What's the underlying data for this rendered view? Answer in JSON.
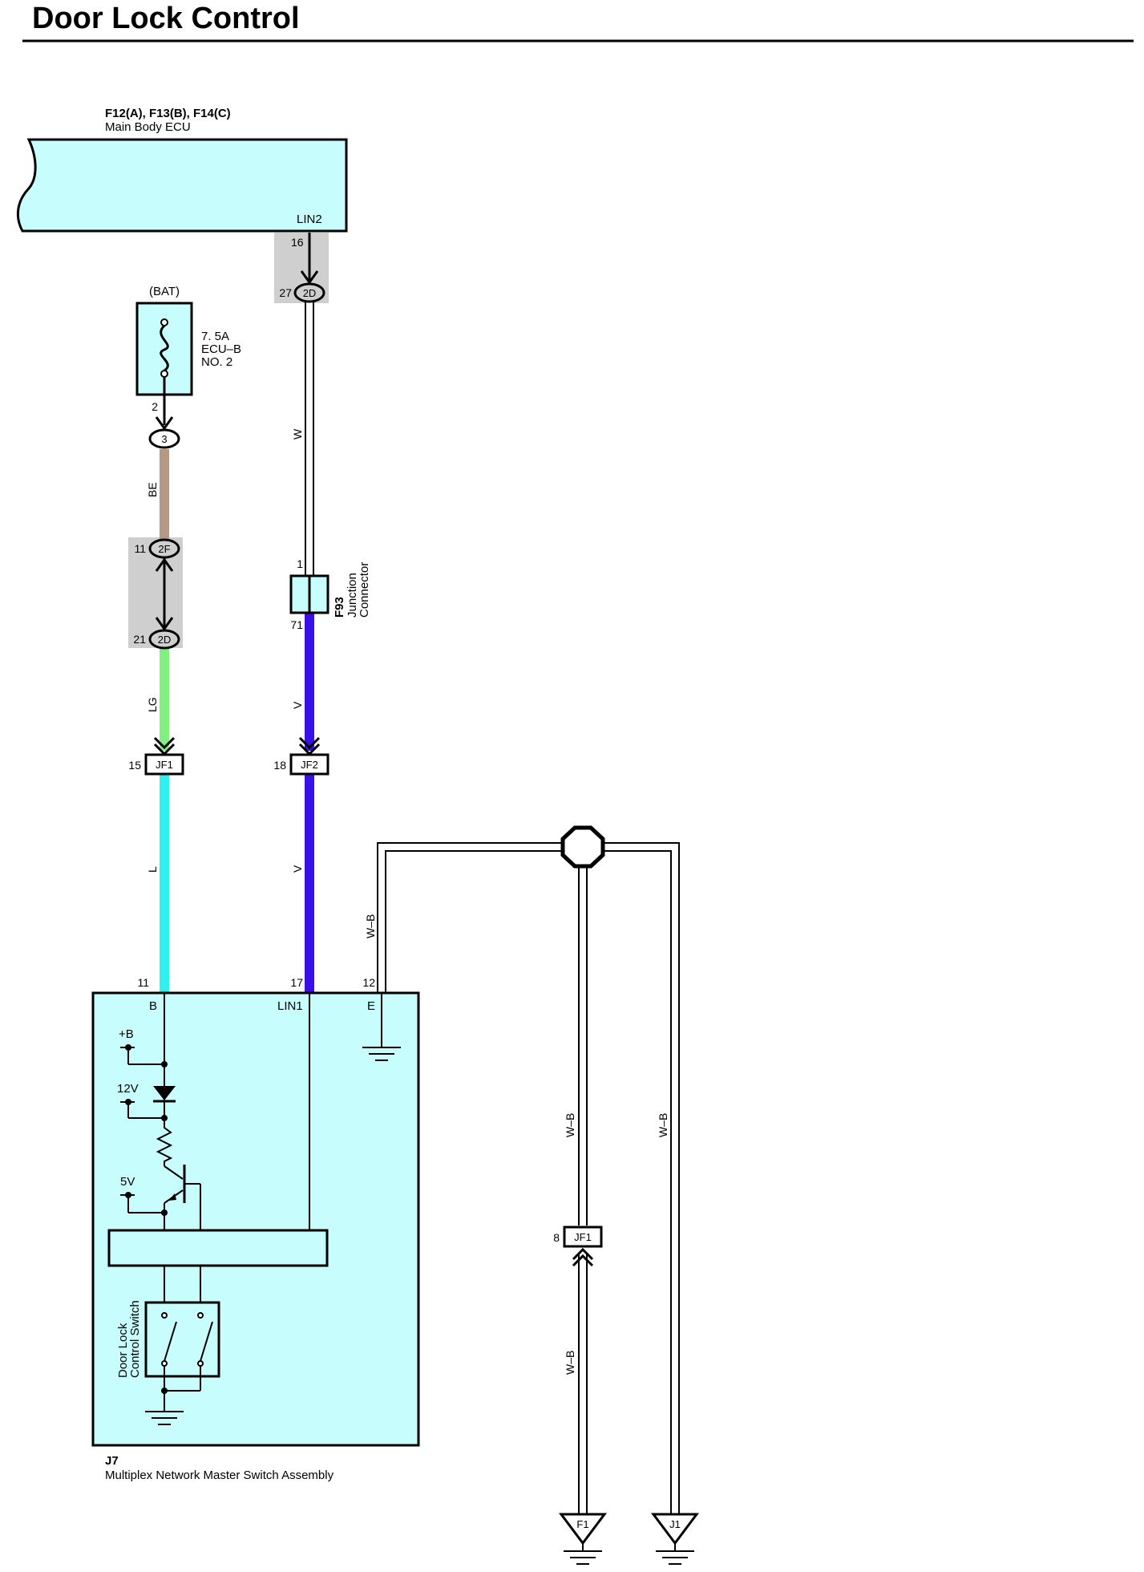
{
  "title": "Door Lock Control",
  "colors": {
    "component_fill": "#c8fdfd",
    "junction_gray": "#cfcfcf",
    "wire_BE": "#b49a86",
    "wire_LG": "#80f080",
    "wire_L": "#30f0f0",
    "wire_V": "#3a10e8",
    "wire_W": "#ffffff",
    "wire_WB": "#ffffff"
  },
  "components": {
    "main_body_ecu": {
      "connectors": "F12(A), F13(B), F14(C)",
      "name": "Main Body ECU",
      "pin_label": "LIN2"
    },
    "fuse": {
      "source": "(BAT)",
      "rating": "7. 5A",
      "name": "ECU–B",
      "number": "NO. 2"
    },
    "junction_connector": {
      "id": "F93",
      "name_line1": "Junction",
      "name_line2": "Connector"
    },
    "master_switch": {
      "id": "J7",
      "name": "Multiplex Network Master Switch Assembly",
      "pin_B": "B",
      "pin_LIN1": "LIN1",
      "pin_E": "E",
      "plus_b": "+B",
      "v12": "12V",
      "v5": "5V",
      "switch_line1": "Door Lock",
      "switch_line2": "Control Switch"
    }
  },
  "connectors": {
    "c2D_top": "2D",
    "c3": "3",
    "c2F": "2F",
    "c2D_mid": "2D",
    "jf1_left": "JF1",
    "jf2": "JF2",
    "jf1_right": "JF1",
    "ground_F1": "F1",
    "ground_J1": "J1"
  },
  "pins": {
    "p16": "16",
    "p27": "27",
    "p2": "2",
    "p11_2f": "11",
    "p21": "21",
    "p1": "1",
    "p71": "71",
    "p15": "15",
    "p18": "18",
    "p11_j7": "11",
    "p17": "17",
    "p12": "12",
    "p8": "8"
  },
  "wires": {
    "w_top": "W",
    "be": "BE",
    "lg": "LG",
    "v_mid": "V",
    "l": "L",
    "v_low": "V",
    "wb_a": "W–B",
    "wb_b": "W–B",
    "wb_c": "W–B",
    "wb_d": "W–B"
  }
}
